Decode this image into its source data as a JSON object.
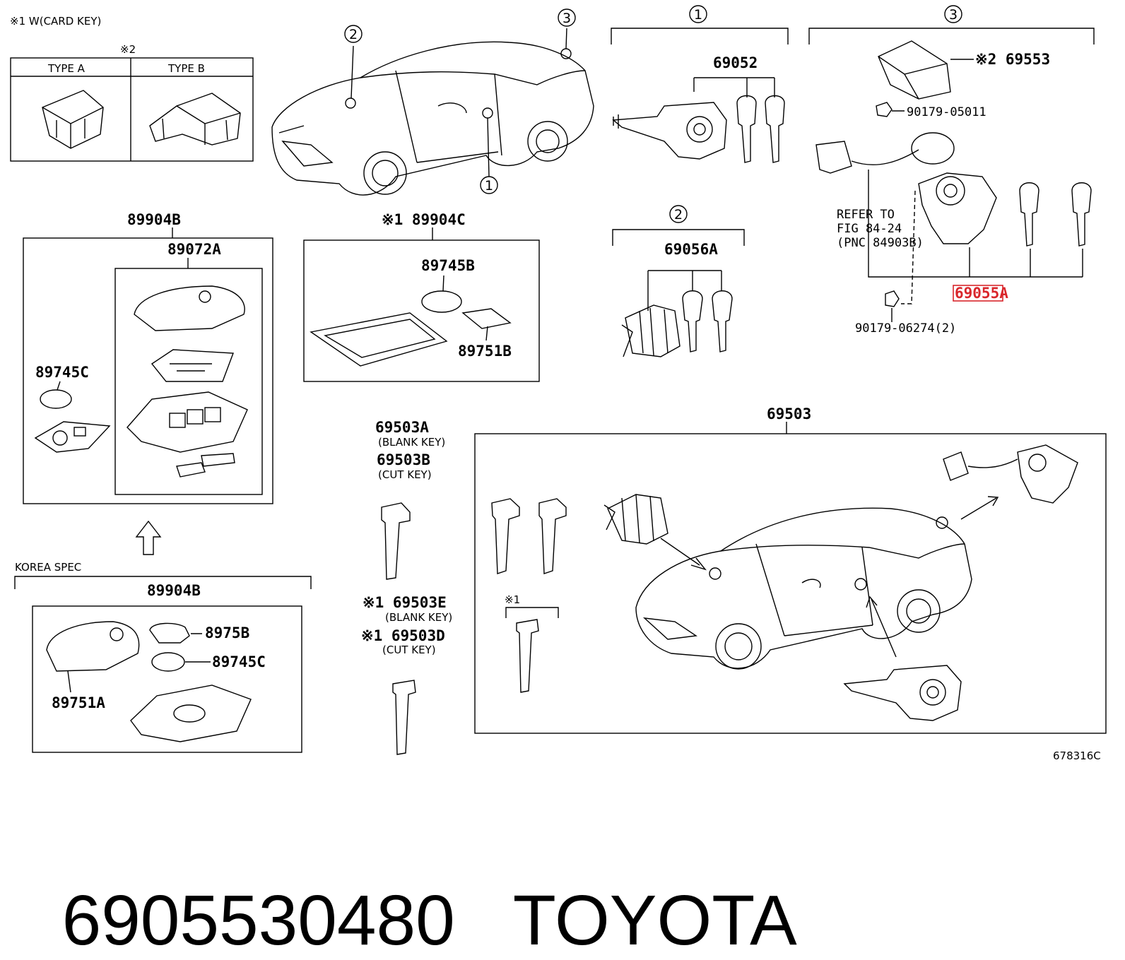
{
  "top_left": {
    "note": "※1 W(CARD KEY)",
    "mark": "※2",
    "type_a": "TYPE  A",
    "type_b": "TYPE  B"
  },
  "callouts": {
    "c1": "1",
    "c2": "2",
    "c3": "3"
  },
  "parts": {
    "p89904B": "89904B",
    "p89072A": "89072A",
    "p89745C": "89745C",
    "p89904C": "※1 89904C",
    "p89745B": "89745B",
    "p89751B": "89751B",
    "p69052": "69052",
    "p69056A": "69056A",
    "p69553": "※2 69553",
    "p90179_05011": "90179-05011",
    "refer1": "REFER TO",
    "refer2": "FIG 84-24",
    "refer3": "(PNC 84903B)",
    "p69055A": "69055A",
    "p90179_06274": "90179-06274(2)",
    "p69503": "69503",
    "p69503A": "69503A",
    "blank_key": "(BLANK KEY)",
    "p69503B": "69503B",
    "cut_key": "(CUT KEY)",
    "p69503E": "※1 69503E",
    "blank_key2": "(BLANK KEY)",
    "p69503D": "※1 69503D",
    "cut_key2": "(CUT KEY)",
    "mark1": "※1",
    "korea": "KOREA SPEC",
    "k89904B": "89904B",
    "k8975B": "8975B",
    "k89745C": "89745C",
    "k89751A": "89751A",
    "fig_no": "678316C"
  },
  "highlight_color": "#d9262b",
  "footer": {
    "part_number": "6905530480",
    "brand": "TOYOTA"
  }
}
